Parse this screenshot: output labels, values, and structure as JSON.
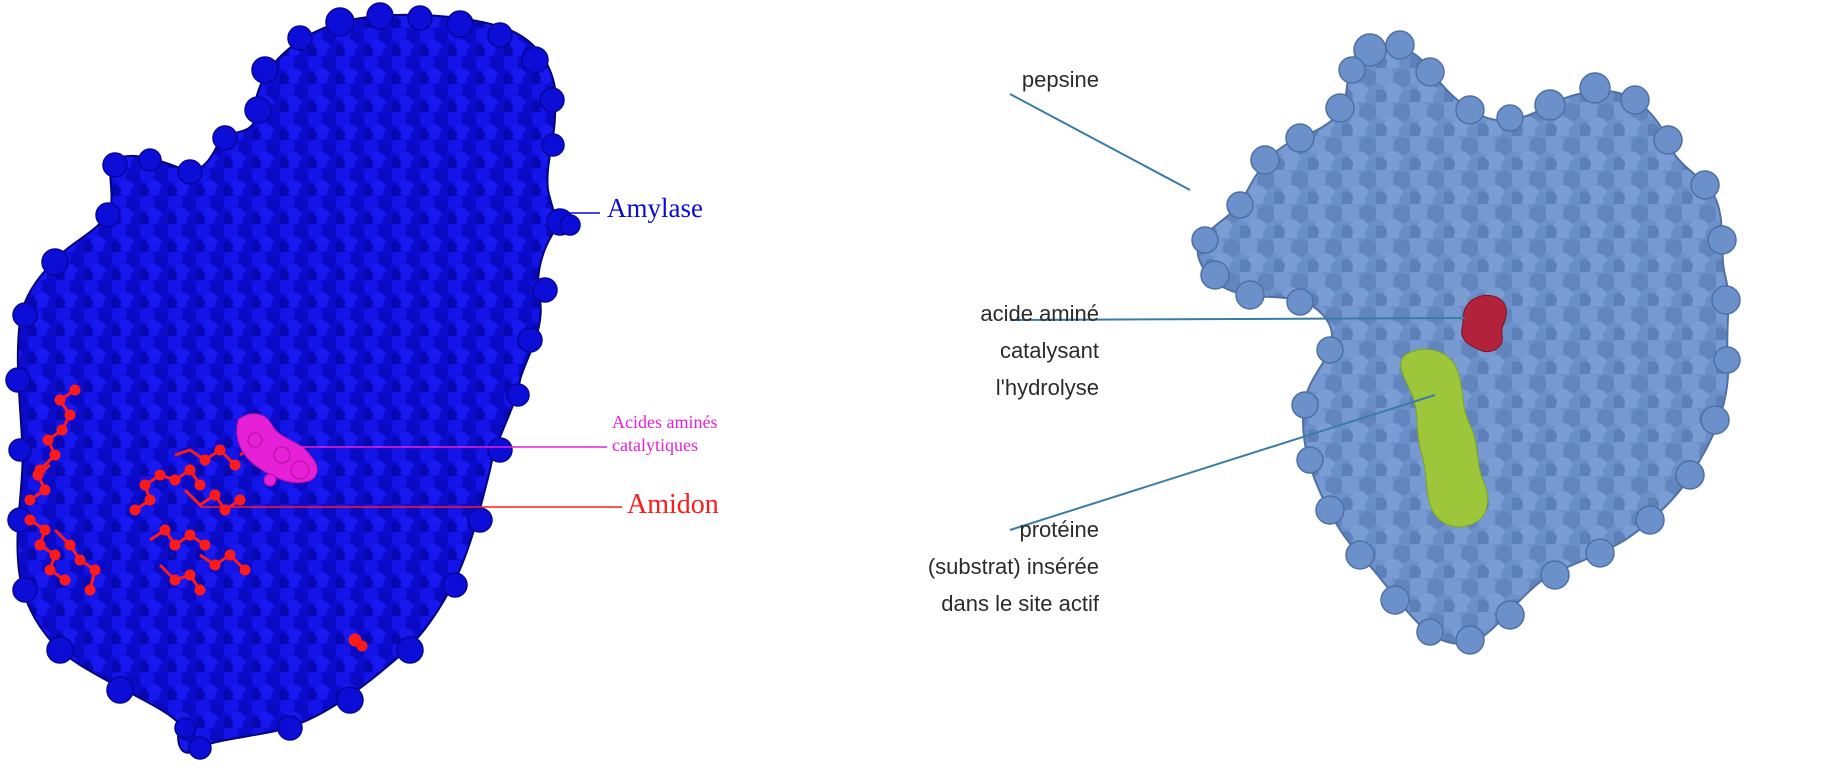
{
  "colors": {
    "amylase": "#0a0ad6",
    "amylase_shade": "#06069a",
    "amidon": "#ff1a1a",
    "acides": "#e620d6",
    "pepsine": "#6f93cc",
    "pepsine_shade": "#5678b0",
    "acide_amine_red": "#b2223a",
    "substrat_green": "#9dc63a",
    "leader_blue": "#3b7ca6"
  },
  "left": {
    "amylase_label": "Amylase",
    "acides_line1": "Acides aminés",
    "acides_line2": "catalytiques",
    "amidon_label": "Amidon"
  },
  "right": {
    "pepsine_label": "pepsine",
    "acide_amine_line1": "acide aminé",
    "acide_amine_line2": "catalysant",
    "acide_amine_line3": "l'hydrolyse",
    "proteine_line1": "protéine",
    "proteine_line2": "(substrat) insérée",
    "proteine_line3": "dans le site actif"
  }
}
